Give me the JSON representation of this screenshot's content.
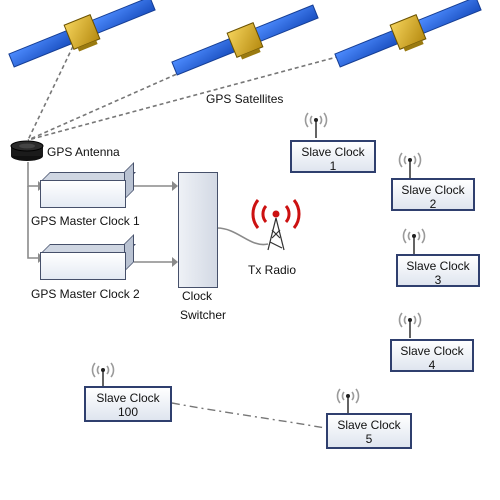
{
  "satellites_label": "GPS Satellites",
  "antenna_label": "GPS Antenna",
  "master_clock_1_label": "GPS Master Clock 1",
  "master_clock_2_label": "GPS Master Clock 2",
  "switcher_label_line1": "Clock",
  "switcher_label_line2": "Switcher",
  "radio_label": "Tx Radio",
  "slaves": [
    {
      "title": "Slave Clock",
      "num": "1"
    },
    {
      "title": "Slave Clock",
      "num": "2"
    },
    {
      "title": "Slave Clock",
      "num": "3"
    },
    {
      "title": "Slave Clock",
      "num": "4"
    },
    {
      "title": "Slave Clock",
      "num": "5"
    },
    {
      "title": "Slave Clock",
      "num": "100"
    }
  ],
  "colors": {
    "solar_panel": "#1f5fd6",
    "satellite_body": "#e0b020",
    "radio_waves": "#cc1111",
    "slave_border": "#2f3f6e"
  },
  "icons": [
    "satellite-icon",
    "gps-antenna-icon",
    "radio-tower-icon",
    "wireless-signal-icon"
  ]
}
